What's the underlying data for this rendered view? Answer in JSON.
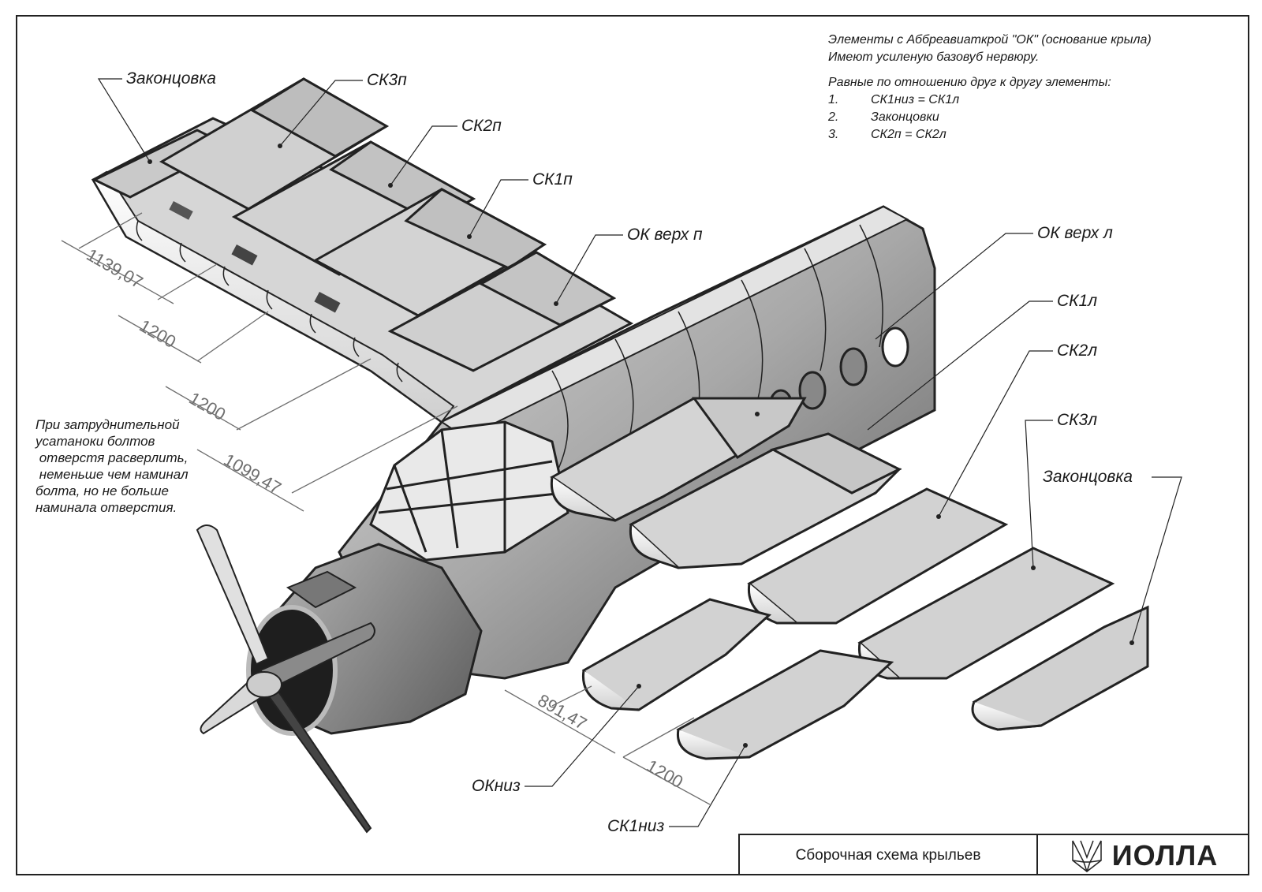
{
  "drawing": {
    "title": "Сборочная схема крыльев",
    "company": "ИОЛЛА",
    "logo_icon": "iolla-logo-icon"
  },
  "notes": {
    "top_right": {
      "line1": "Элементы с Аббреавиаткрой \"ОК\" (основание крыла)",
      "line2": "Имеют усиленую базовуб нервюру.",
      "equal_header": "Равные по отношению друг к другу элементы:",
      "equal_items": [
        {
          "num": "1.",
          "text": "СК1низ = СК1л"
        },
        {
          "num": "2.",
          "text": "Законцовки"
        },
        {
          "num": "3.",
          "text": "СК2п = СК2л"
        }
      ]
    },
    "left": {
      "lines": [
        "При затруднительной",
        "усатаноки болтов",
        " отверстя расверлить,",
        " неменьше чем наминал",
        "болта, но не больше",
        "наминала отверстия."
      ]
    }
  },
  "callouts": {
    "right_wing": {
      "tip": "Законцовка",
      "sk3": "СК3п",
      "sk2": "СК2п",
      "sk1": "СК1п",
      "ok_top": "ОК верх п"
    },
    "left_wing": {
      "ok_top": "ОК верх л",
      "sk1": "СК1л",
      "sk2": "СК2л",
      "sk3": "СК3л",
      "tip": "Законцовка"
    },
    "lower": {
      "ok_bottom": "ОКниз",
      "sk1_bottom": "СК1низ"
    }
  },
  "dimensions": {
    "upper_wing": [
      "1139,07",
      "1200",
      "1200",
      "1099,47"
    ],
    "lower_parts": [
      "891,47",
      "1200"
    ]
  }
}
